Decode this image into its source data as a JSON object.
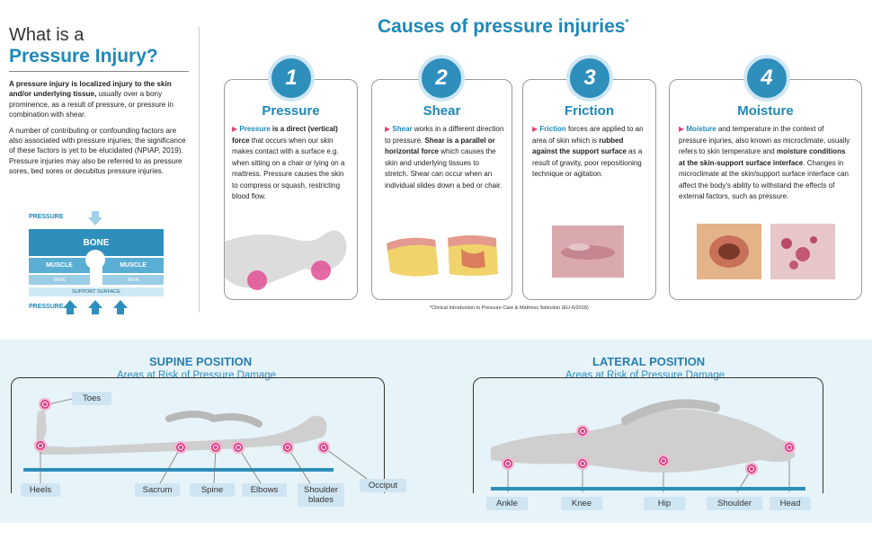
{
  "intro": {
    "question": "What is a",
    "title": "Pressure Injury?",
    "p1_bold": "A pressure injury is localized injury to the skin and/or underlying tissue,",
    "p1_rest": " usually over a bony prominence, as a result of pressure, or pressure in combination with shear.",
    "p2": "A number of contributing or confounding factors are also associated with pressure injuries; the significance of these factors is yet to be elucidated (NPIAP, 2019). Pressure injuries may also be referred to as pressure sores, bed sores or decubitus pressure injuries."
  },
  "diagram": {
    "pressure_top": "PRESSURE",
    "bone": "BONE",
    "muscle": "MUSCLE",
    "skin": "SKIN",
    "support": "SUPPORT SURFACE",
    "pressure_bottom": "PRESSURE"
  },
  "causes": {
    "title": "Causes of pressure injuries",
    "asterisk": "*",
    "footnote": "*Clinical Introduction to Pressure Care & Mattress Selection (EU-6/2018)",
    "cards": [
      {
        "number": "1",
        "title": "Pressure",
        "kw": "Pressure",
        "t1": " ",
        "b1": "is a direct (vertical) force",
        "t2": " that occurs when our skin makes contact with a surface e.g. when sitting on a chair or lying on a mattress. Pressure causes the skin to compress or squash, restricting blood flow."
      },
      {
        "number": "2",
        "title": "Shear",
        "kw": "Shear",
        "t1": " works in a different direction to pressure. ",
        "b1": "Shear is a parallel or horizontal force",
        "t2": " which causes the skin and underlying tissues to stretch. Shear can occur when an individual slides down a bed or chair."
      },
      {
        "number": "3",
        "title": "Friction",
        "kw": "Friction",
        "t1": " forces are applied to an area of skin which is ",
        "b1": "rubbed against the support surface",
        "t2": " as a result of gravity, poor repositioning technique or agitation."
      },
      {
        "number": "4",
        "title": "Moisture",
        "kw": "Moisture",
        "t1": " and temperature in the context of pressure injuries, also known as microclimate, usually refers to skin temperature and ",
        "b1": "moisture conditions at the skin-support surface interface",
        "t2": ". Changes in microclimate at the skin/support surface interface can affect the body's ability to withstand the effects of external factors, such as pressure."
      }
    ]
  },
  "supine": {
    "title": "SUPINE POSITION",
    "subtitle": "Areas at Risk of Pressure Damage",
    "labels": {
      "toes": "Toes",
      "heels": "Heels",
      "sacrum": "Sacrum",
      "spine": "Spine",
      "elbows": "Elbows",
      "shoulder_blades": "Shoulder blades",
      "occiput": "Occiput"
    }
  },
  "lateral": {
    "title": "LATERAL POSITION",
    "subtitle": "Areas at Risk of Pressure Damage",
    "labels": {
      "ankle": "Ankle",
      "knee": "Knee",
      "hip": "Hip",
      "shoulder": "Shoulder",
      "head": "Head"
    }
  },
  "colors": {
    "brand_blue": "#1e88b8",
    "accent_pink": "#e0487f",
    "panel_bg": "#e6f3f9"
  }
}
